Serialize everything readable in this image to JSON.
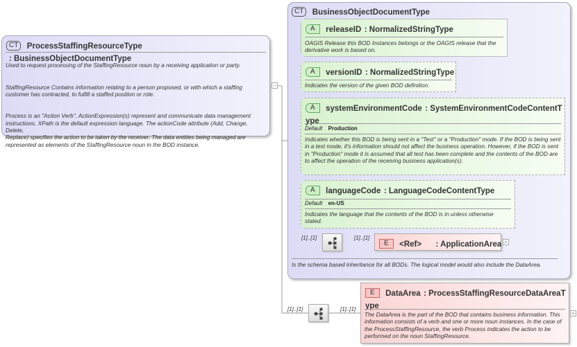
{
  "main_type": {
    "badge": "CT",
    "name": "ProcessStaffingResourceType",
    "base": ": BusinessObjectDocumentType",
    "description": [
      "Used to request processing of the StaffingResource noun by a receiving application or party.",
      "StaffingResource  Contains information relating to a person proposed, or with which a staffing customer has contracted, to fulfill a staffed position or role.",
      "Process is an \"Action Verb\". ActionExpression(s) represent and communicate data management\ninstructions. XPath is the default expression language. The actionCode attribute (Add, Change, Delete,\nReplace) specifies the action to be taken by the receiver. The data entities being managed are represented as elements of the StaffingResource noun in the BOD instance."
    ],
    "collapse": "−"
  },
  "base_type": {
    "badge": "CT",
    "name": "BusinessObjectDocumentType",
    "description": "Is the schema based inheritance for all BODs. The logical model would also include the DataArea.",
    "attributes": [
      {
        "badge": "A",
        "name": "releaseID",
        "type": ": NormalizedStringType",
        "description": "OAGIS Release this BOD Instances belongs or the OAGIS release that the derivative work is based on."
      },
      {
        "badge": "A",
        "name": "versionID",
        "type": ": NormalizedStringType",
        "description": "Indicates the version of the given BOD definition."
      },
      {
        "badge": "A",
        "name": "systemEnvironmentCode",
        "type": ": SystemEnvironmentCodeContentType",
        "default_label": "Default",
        "default": "Production",
        "description": "Indicates whether this BOD is being sent in a \"Test\" or a \"Production\" mode. If the BOD is being sent in a test mode, it's information should not affect the business operation. However, if the BOD is sent in \"Production\" mode it is assumed that all test has been complete and the contents of the BOD are to affect the operation of the receiving business application(s)."
      },
      {
        "badge": "A",
        "name": "languageCode",
        "type": ": LanguageCodeContentType",
        "default_label": "Default",
        "default": "en-US",
        "description": "Indicates the language that the contents of the BOD is in unless otherwise stated."
      }
    ],
    "sequence": {
      "card_in": "[1]..[1]",
      "card_out": "[1]..[1]"
    },
    "application_area": {
      "badge": "E",
      "ref": "<Ref>",
      "type": ": ApplicationArea",
      "expand": "+"
    }
  },
  "sequence": {
    "card_in": "[1]..[1]",
    "card_out": "[1]..[1]"
  },
  "data_area": {
    "badge": "E",
    "name": "DataArea",
    "type": ": ProcessStaffingResourceDataAreaType",
    "description": "The DataArea is the part of the BOD that contains business information. This information consists of a verb and one or more noun instances. In the case of the ProcessStaffingResource, the verb Process indicates the action to be performed on the noun StaffingResource.",
    "expand": "+"
  }
}
